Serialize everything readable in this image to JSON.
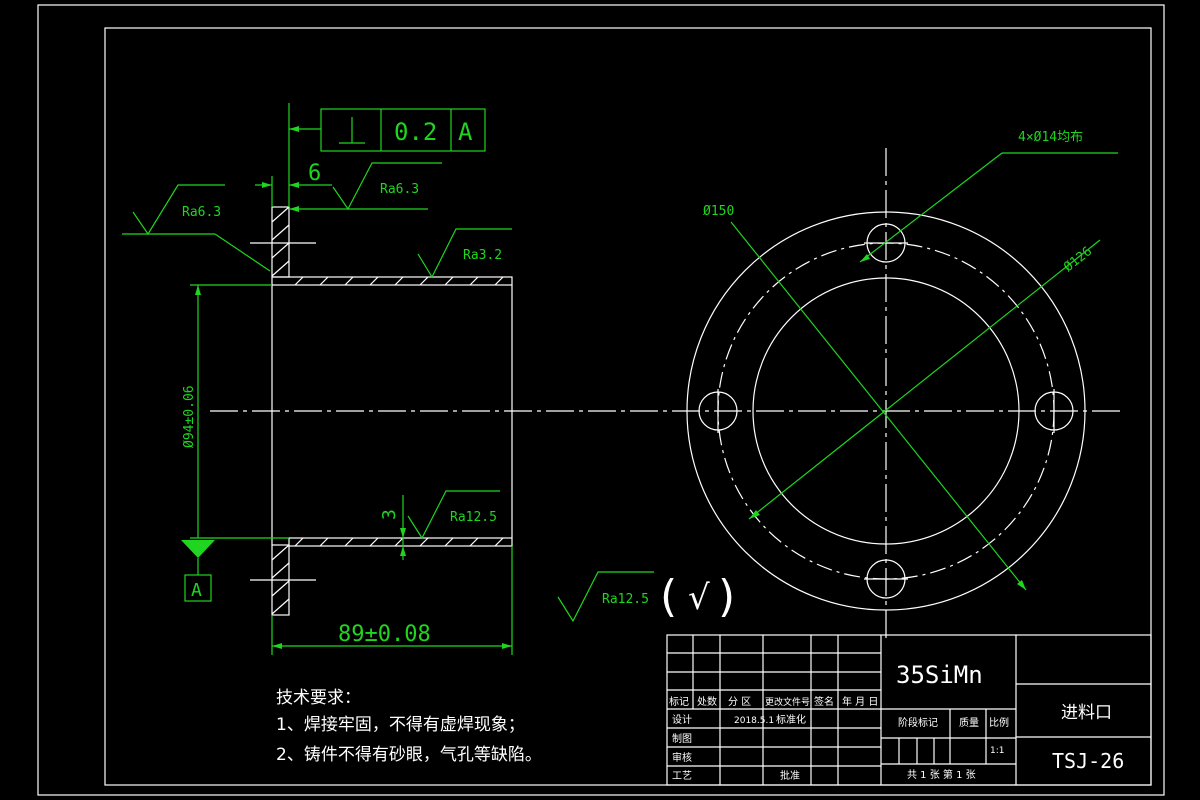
{
  "dimensions": {
    "perpendicularity_tolerance": "0.2",
    "datum_ref_frame": "A",
    "flange_thickness": "6",
    "bore_diameter": "Ø94±0.06",
    "length": "89±0.08",
    "wall_thickness": "3",
    "datum_label": "A",
    "holes": "4×Ø14均布",
    "outer_diameter": "Ø150",
    "bolt_circle": "Ø126"
  },
  "roughness": {
    "flange_face_top": "Ra6.3",
    "flange_face_left": "Ra6.3",
    "tube_outer": "Ra3.2",
    "tube_inner": "Ra12.5",
    "general": "Ra12.5",
    "general_check": "√"
  },
  "notes": {
    "title": "技术要求：",
    "line1": "1、焊接牢固，不得有虚焊现象；",
    "line2": "2、铸件不得有砂眼，气孔等缺陷。"
  },
  "title_block": {
    "material": "35SiMn",
    "part_name": "进料口",
    "drawing_no": "TSJ-26",
    "headers": [
      "标记",
      "处数",
      "分 区",
      "更改文件号",
      "签名",
      "年 月 日"
    ],
    "row_design": "设计",
    "design_date": "2018.5.1",
    "standardize": "标准化",
    "row_draw": "制图",
    "row_check": "审核",
    "row_process": "工艺",
    "approve": "批准",
    "stage_mark": "阶段标记",
    "weight": "质量",
    "scale_label": "比例",
    "scale": "1:1",
    "sheets": "共 1 张  第 1 张"
  }
}
